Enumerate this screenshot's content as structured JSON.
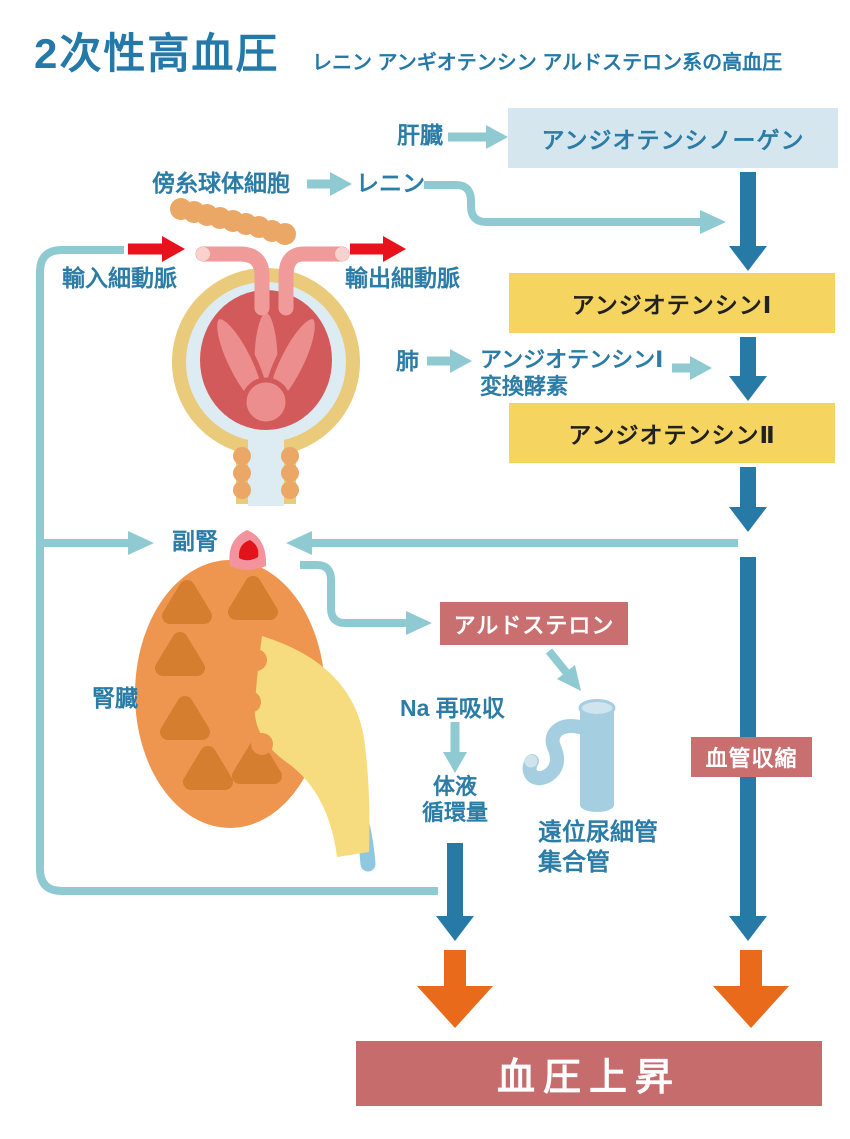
{
  "header": {
    "title": "2次性高血圧",
    "subtitle": "レニン アンギオテンシン アルドステロン系の高血圧"
  },
  "labels": {
    "liver": "肝臓",
    "juxtaglomerular_cells": "傍糸球体細胞",
    "renin": "レニン",
    "afferent_arteriole": "輸入細動脈",
    "efferent_arteriole": "輸出細動脈",
    "lung": "肺",
    "ace_line1": "アンジオテンシンⅠ",
    "ace_line2": "変換酵素",
    "adrenal_gland": "副腎",
    "kidney": "腎臓",
    "na_reabsorption": "Na 再吸収",
    "fluid_line1": "体液",
    "fluid_line2": "循環量",
    "distal_tubule": "遠位尿細管",
    "collecting_duct": "集合管"
  },
  "boxes": {
    "angiotensinogen": "アンジオテンシノーゲン",
    "angiotensin1": "アンジオテンシンⅠ",
    "angiotensin2": "アンジオテンシンⅡ",
    "aldosterone": "アルドステロン",
    "vasoconstriction": "血管収縮",
    "bp_rise": "血圧上昇"
  },
  "colors": {
    "teal_text": "#2b7ca6",
    "box_blue_bg": "#d5e6ee",
    "box_yellow_bg": "#f5d55f",
    "box_yellow_text": "#212121",
    "box_rose_bg": "#c96f6f",
    "arrow_dark_blue": "#2779a6",
    "arrow_teal": "#8fcad2",
    "arrow_red": "#e8121c",
    "arrow_orange": "#ea6a1c",
    "capsule_tan": "#eacb7b",
    "capsule_blue": "#ddebf2",
    "glomerulus_red": "#d35a5a",
    "glomerulus_pink": "#ec8e8e",
    "tube_pink": "#f09a9a",
    "cell_orange": "#eaa766",
    "kidney_orange": "#ee9650",
    "pyramid_orange": "#d67e2f",
    "pelvis_yellow": "#f6dc7e",
    "ureter_blue": "#8fc6e0",
    "tubule_blue": "#a5cfe0"
  }
}
